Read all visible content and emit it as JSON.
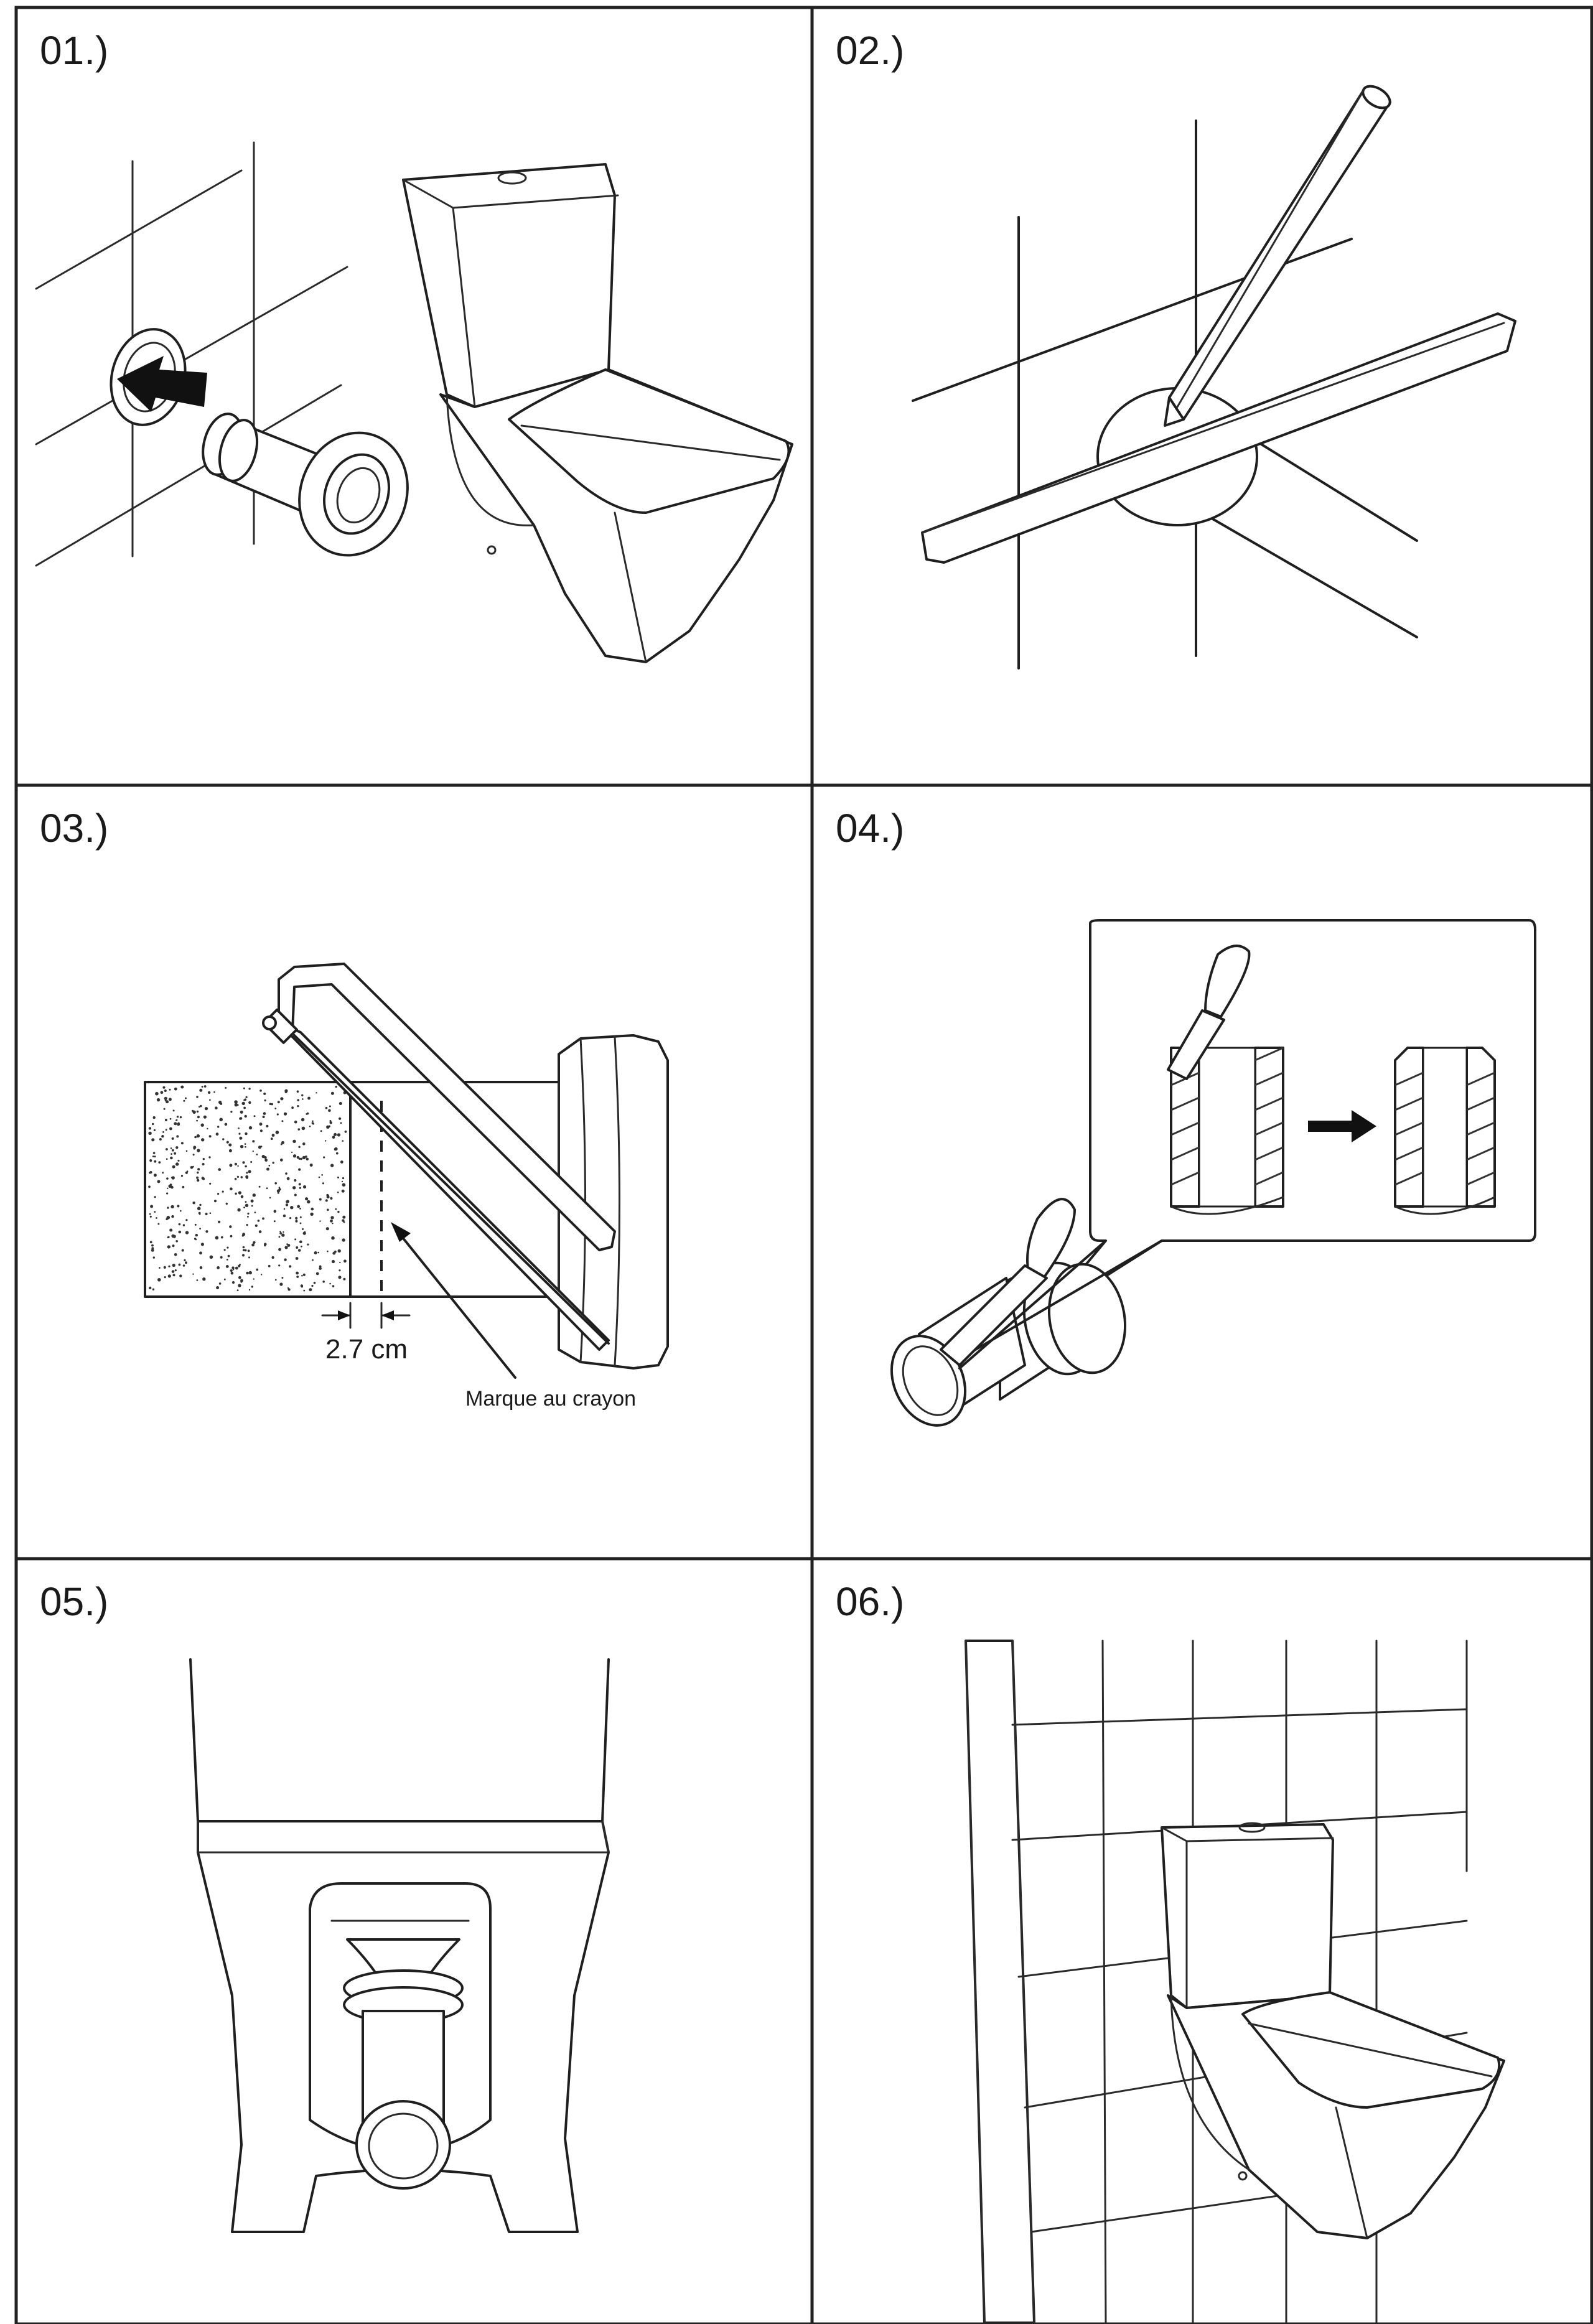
{
  "steps": [
    {
      "label": "01.)"
    },
    {
      "label": "02.)"
    },
    {
      "label": "03.)",
      "dimension": "2.7 cm",
      "note": "Marque au crayon"
    },
    {
      "label": "04.)"
    },
    {
      "label": "05.)"
    },
    {
      "label": "06.)"
    }
  ],
  "colors": {
    "line": "#1f1f1f",
    "background": "#ffffff",
    "arrow": "#111111"
  }
}
